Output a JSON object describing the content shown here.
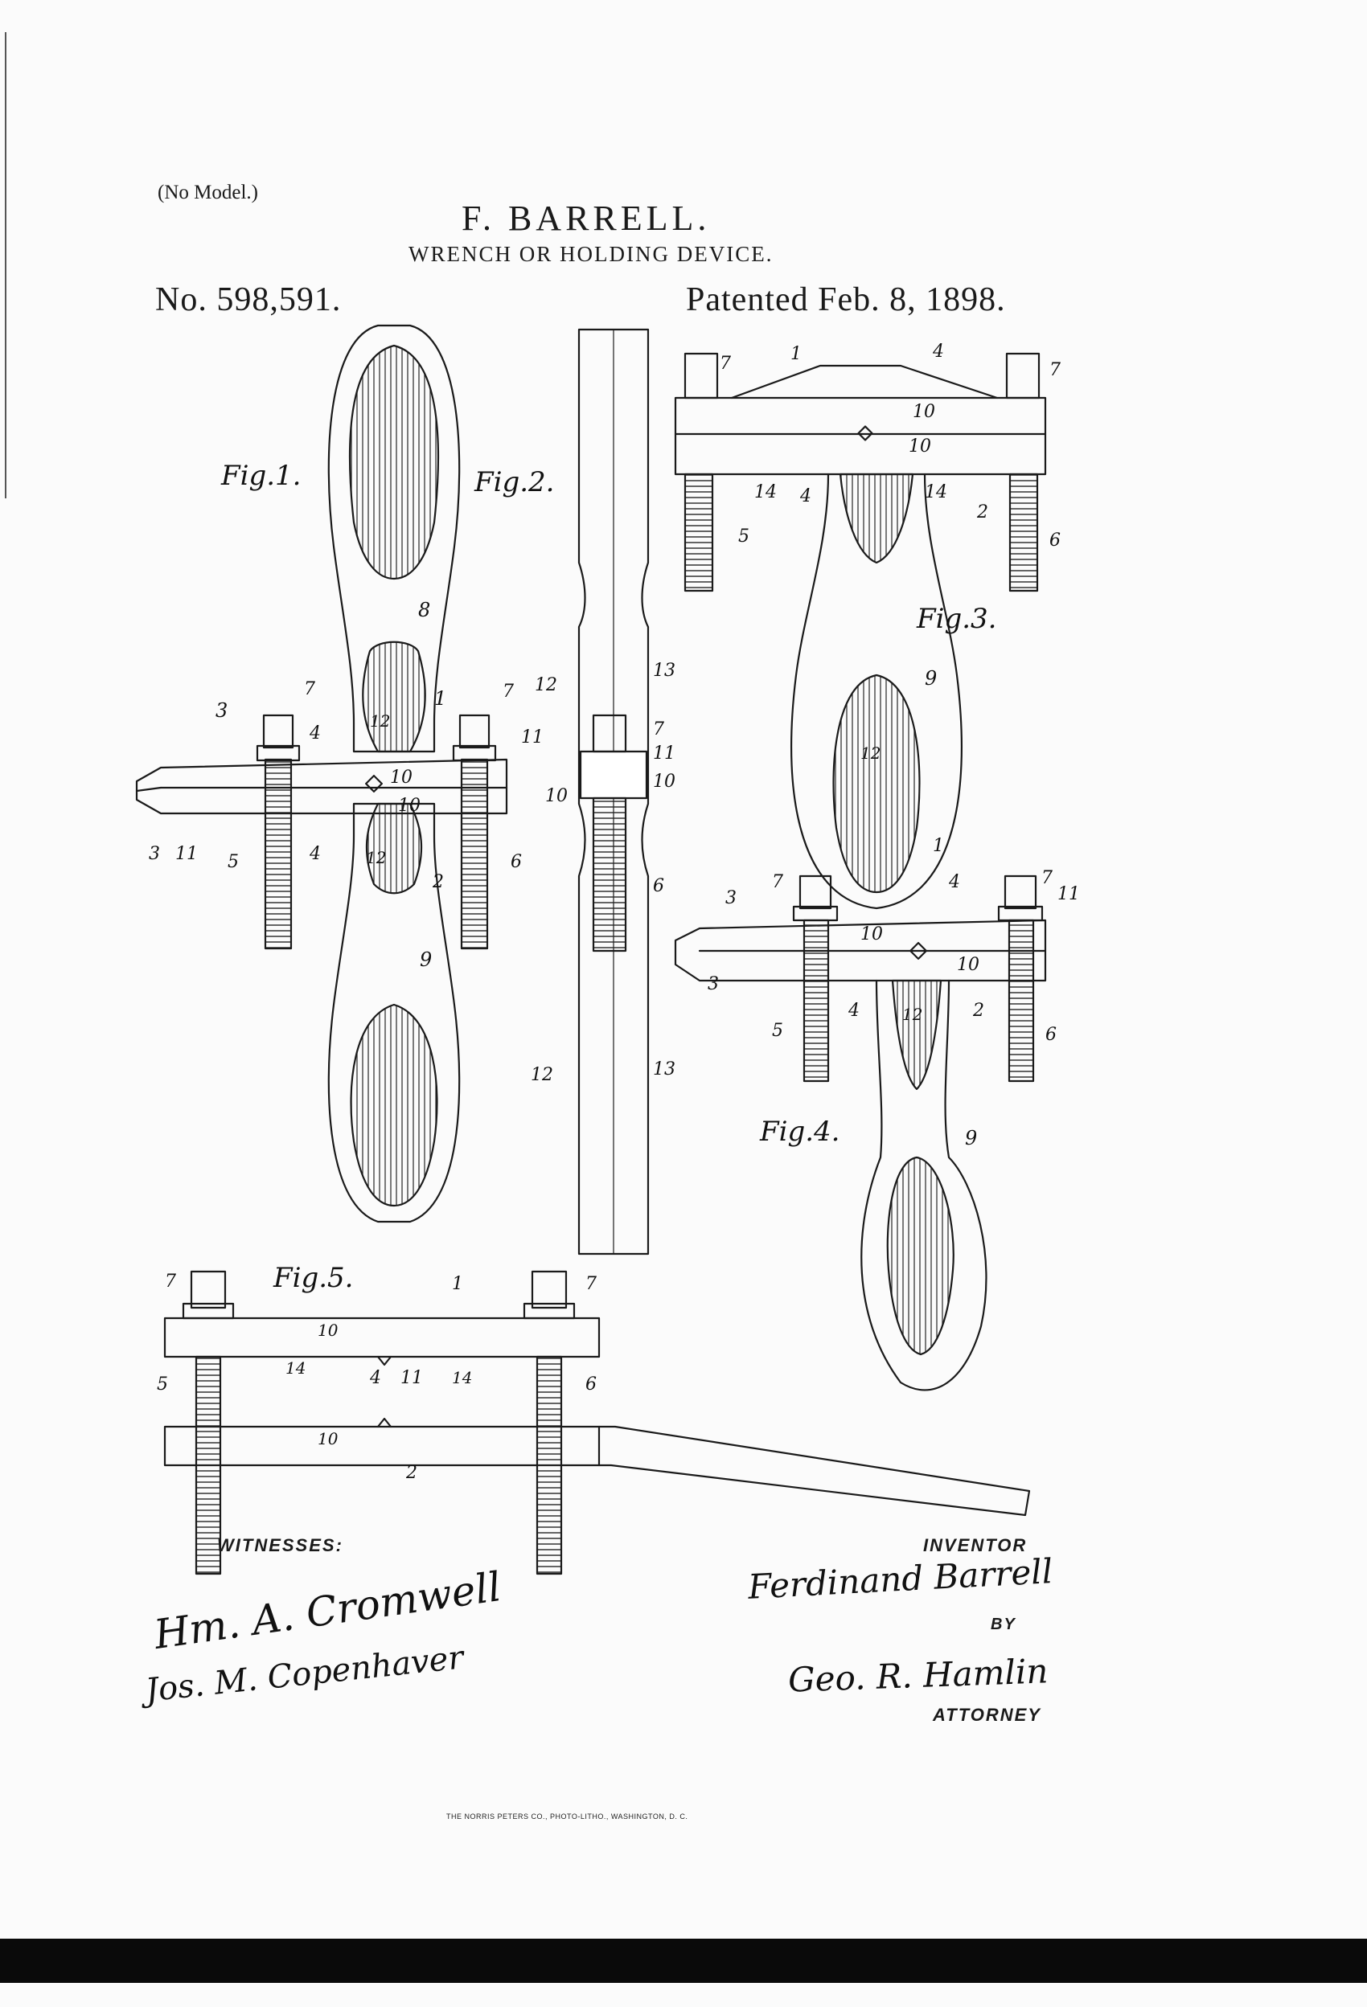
{
  "header": {
    "model_note": "(No Model.)",
    "inventor": "F. BARRELL.",
    "title": "WRENCH OR HOLDING DEVICE.",
    "patent_number": "No. 598,591.",
    "patent_date": "Patented Feb. 8, 1898."
  },
  "figures": {
    "fig1": "Fig.1.",
    "fig2": "Fig.2.",
    "fig3": "Fig.3.",
    "fig4": "Fig.4.",
    "fig5": "Fig.5."
  },
  "reference_numerals": {
    "r1": "1",
    "r2": "2",
    "r3": "3",
    "r4": "4",
    "r5": "5",
    "r6": "6",
    "r7": "7",
    "r8": "8",
    "r9": "9",
    "r10": "10",
    "r11": "11",
    "r12": "12",
    "r13": "13",
    "r14": "14"
  },
  "signatures": {
    "witnesses_label": "WITNESSES:",
    "witness_1": "Hm. A. Cromwell",
    "witness_2": "Jos. M. Copenhaver",
    "inventor_label": "INVENTOR",
    "inventor_signature": "Ferdinand Barrell",
    "by_label": "BY",
    "attorney_signature": "Geo. R. Hamlin",
    "attorney_label": "ATTORNEY"
  },
  "footer": {
    "printer": "THE NORRIS PETERS CO., PHOTO-LITHO., WASHINGTON, D. C."
  }
}
